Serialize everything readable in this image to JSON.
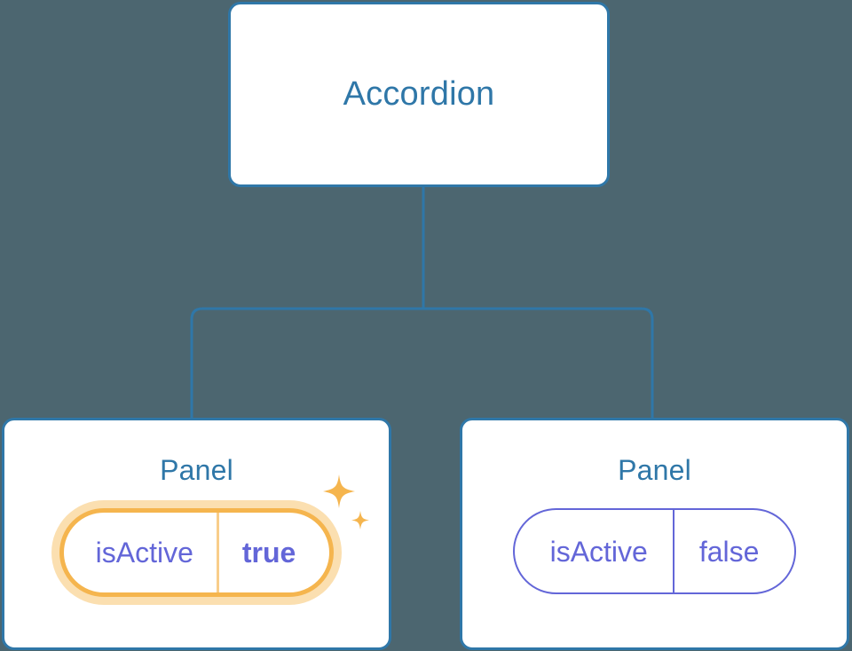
{
  "theme": {
    "background": "#4c6670",
    "card_border": "#2f77a8",
    "card_fill": "#ffffff",
    "title_text": "#2f77a8",
    "pill_text": "#6366d8",
    "pill_border": "#6366d8",
    "highlight_border": "#f5b54e",
    "highlight_glow": "#fbdfb0",
    "sparkle": "#f5b54e",
    "connector": "#2f77a8"
  },
  "tree": {
    "root": {
      "title": "Accordion"
    },
    "children": [
      {
        "title": "Panel",
        "highlighted": true,
        "prop": {
          "key": "isActive",
          "value": "true"
        },
        "sparkle_large_icon": "sparkle-icon",
        "sparkle_small_icon": "sparkle-icon"
      },
      {
        "title": "Panel",
        "highlighted": false,
        "prop": {
          "key": "isActive",
          "value": "false"
        }
      }
    ]
  }
}
